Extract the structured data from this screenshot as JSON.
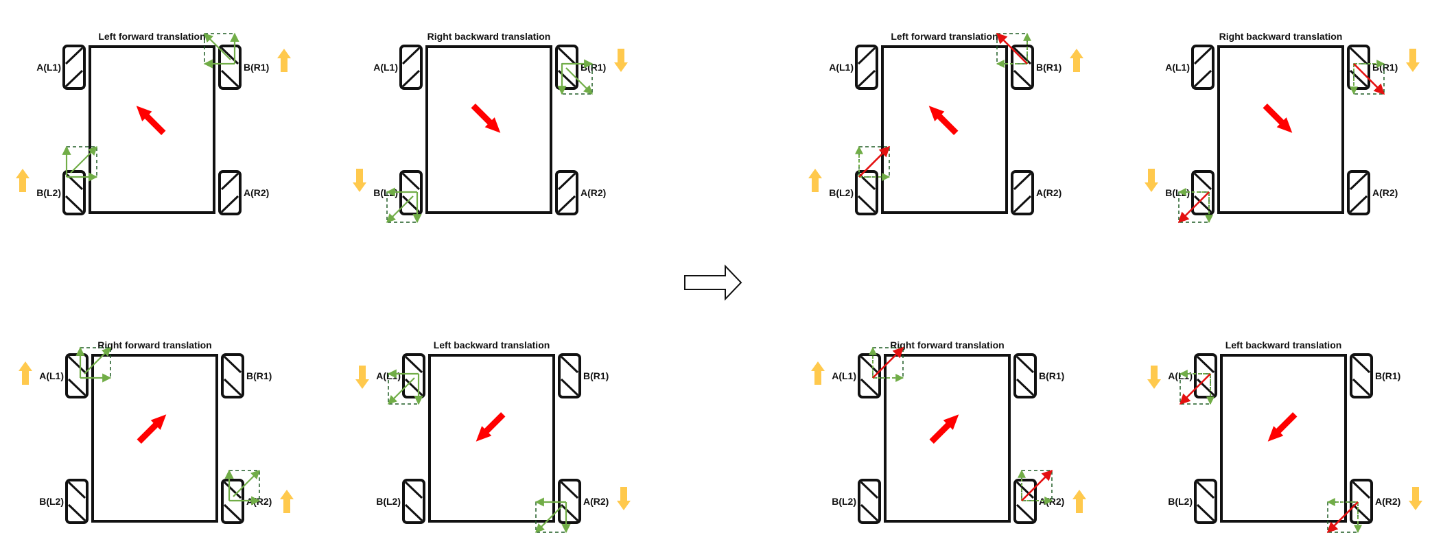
{
  "panels": [
    {
      "title": "Left forward translation",
      "labels": {
        "fl": "A(L1)",
        "fr": "B(R1)",
        "rl": "B(L2)",
        "rr": "A(R2)"
      }
    },
    {
      "title": "Right backward translation",
      "labels": {
        "fl": "A(L1)",
        "fr": "B(R1)",
        "rl": "B(L2)",
        "rr": "A(R2)"
      }
    },
    {
      "title": "Left forward translation",
      "labels": {
        "fl": "A(L1)",
        "fr": "B(R1)",
        "rl": "B(L2)",
        "rr": "A(R2)"
      }
    },
    {
      "title": "Right backward translation",
      "labels": {
        "fl": "A(L1)",
        "fr": "B(R1)",
        "rl": "B(L2)",
        "rr": "A(R2)"
      }
    },
    {
      "title": "Right forward translation",
      "labels": {
        "fl": "A(L1)",
        "fr": "B(R1)",
        "rl": "B(L2)",
        "rr": "A(R2)"
      }
    },
    {
      "title": "Left backward translation",
      "labels": {
        "fl": "A(L1)",
        "fr": "B(R1)",
        "rl": "B(L2)",
        "rr": "A(R2)"
      }
    },
    {
      "title": "Right forward translation",
      "labels": {
        "fl": "A(L1)",
        "fr": "B(R1)",
        "rl": "B(L2)",
        "rr": "A(R2)"
      }
    },
    {
      "title": "Left backward translation",
      "labels": {
        "fl": "A(L1)",
        "fr": "B(R1)",
        "rl": "B(L2)",
        "rr": "A(R2)"
      }
    }
  ],
  "colors": {
    "body": "#111111",
    "motion_arrow": "#ff0000",
    "wheel_direction_arrow": "#ffc94d",
    "force_vector": "#71ad47",
    "resultant_vector": "#e41010",
    "vector_box": "#1e5c24"
  },
  "icons": [
    "block-arrow-right-icon"
  ]
}
